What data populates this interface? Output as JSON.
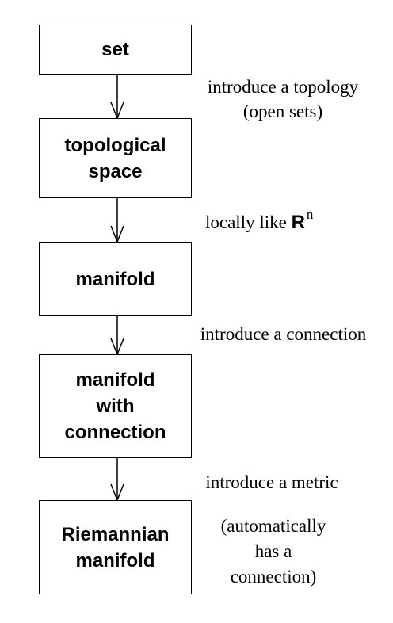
{
  "boxes": [
    {
      "lines": [
        "set"
      ]
    },
    {
      "lines": [
        "topological",
        "space"
      ]
    },
    {
      "lines": [
        "manifold"
      ]
    },
    {
      "lines": [
        "manifold",
        "with",
        "connection"
      ]
    },
    {
      "lines": [
        "Riemannian",
        "manifold"
      ]
    }
  ],
  "notes": {
    "topology": {
      "line1": "introduce a topology",
      "line2": "(open sets)"
    },
    "locally": {
      "text": "locally like",
      "symbol": "R",
      "superscript": "n"
    },
    "connection": {
      "text": "introduce a connection"
    },
    "metric": {
      "text": "introduce a metric"
    },
    "automatic": {
      "line1": "(automatically",
      "line2": "has a",
      "line3": "connection)"
    }
  }
}
